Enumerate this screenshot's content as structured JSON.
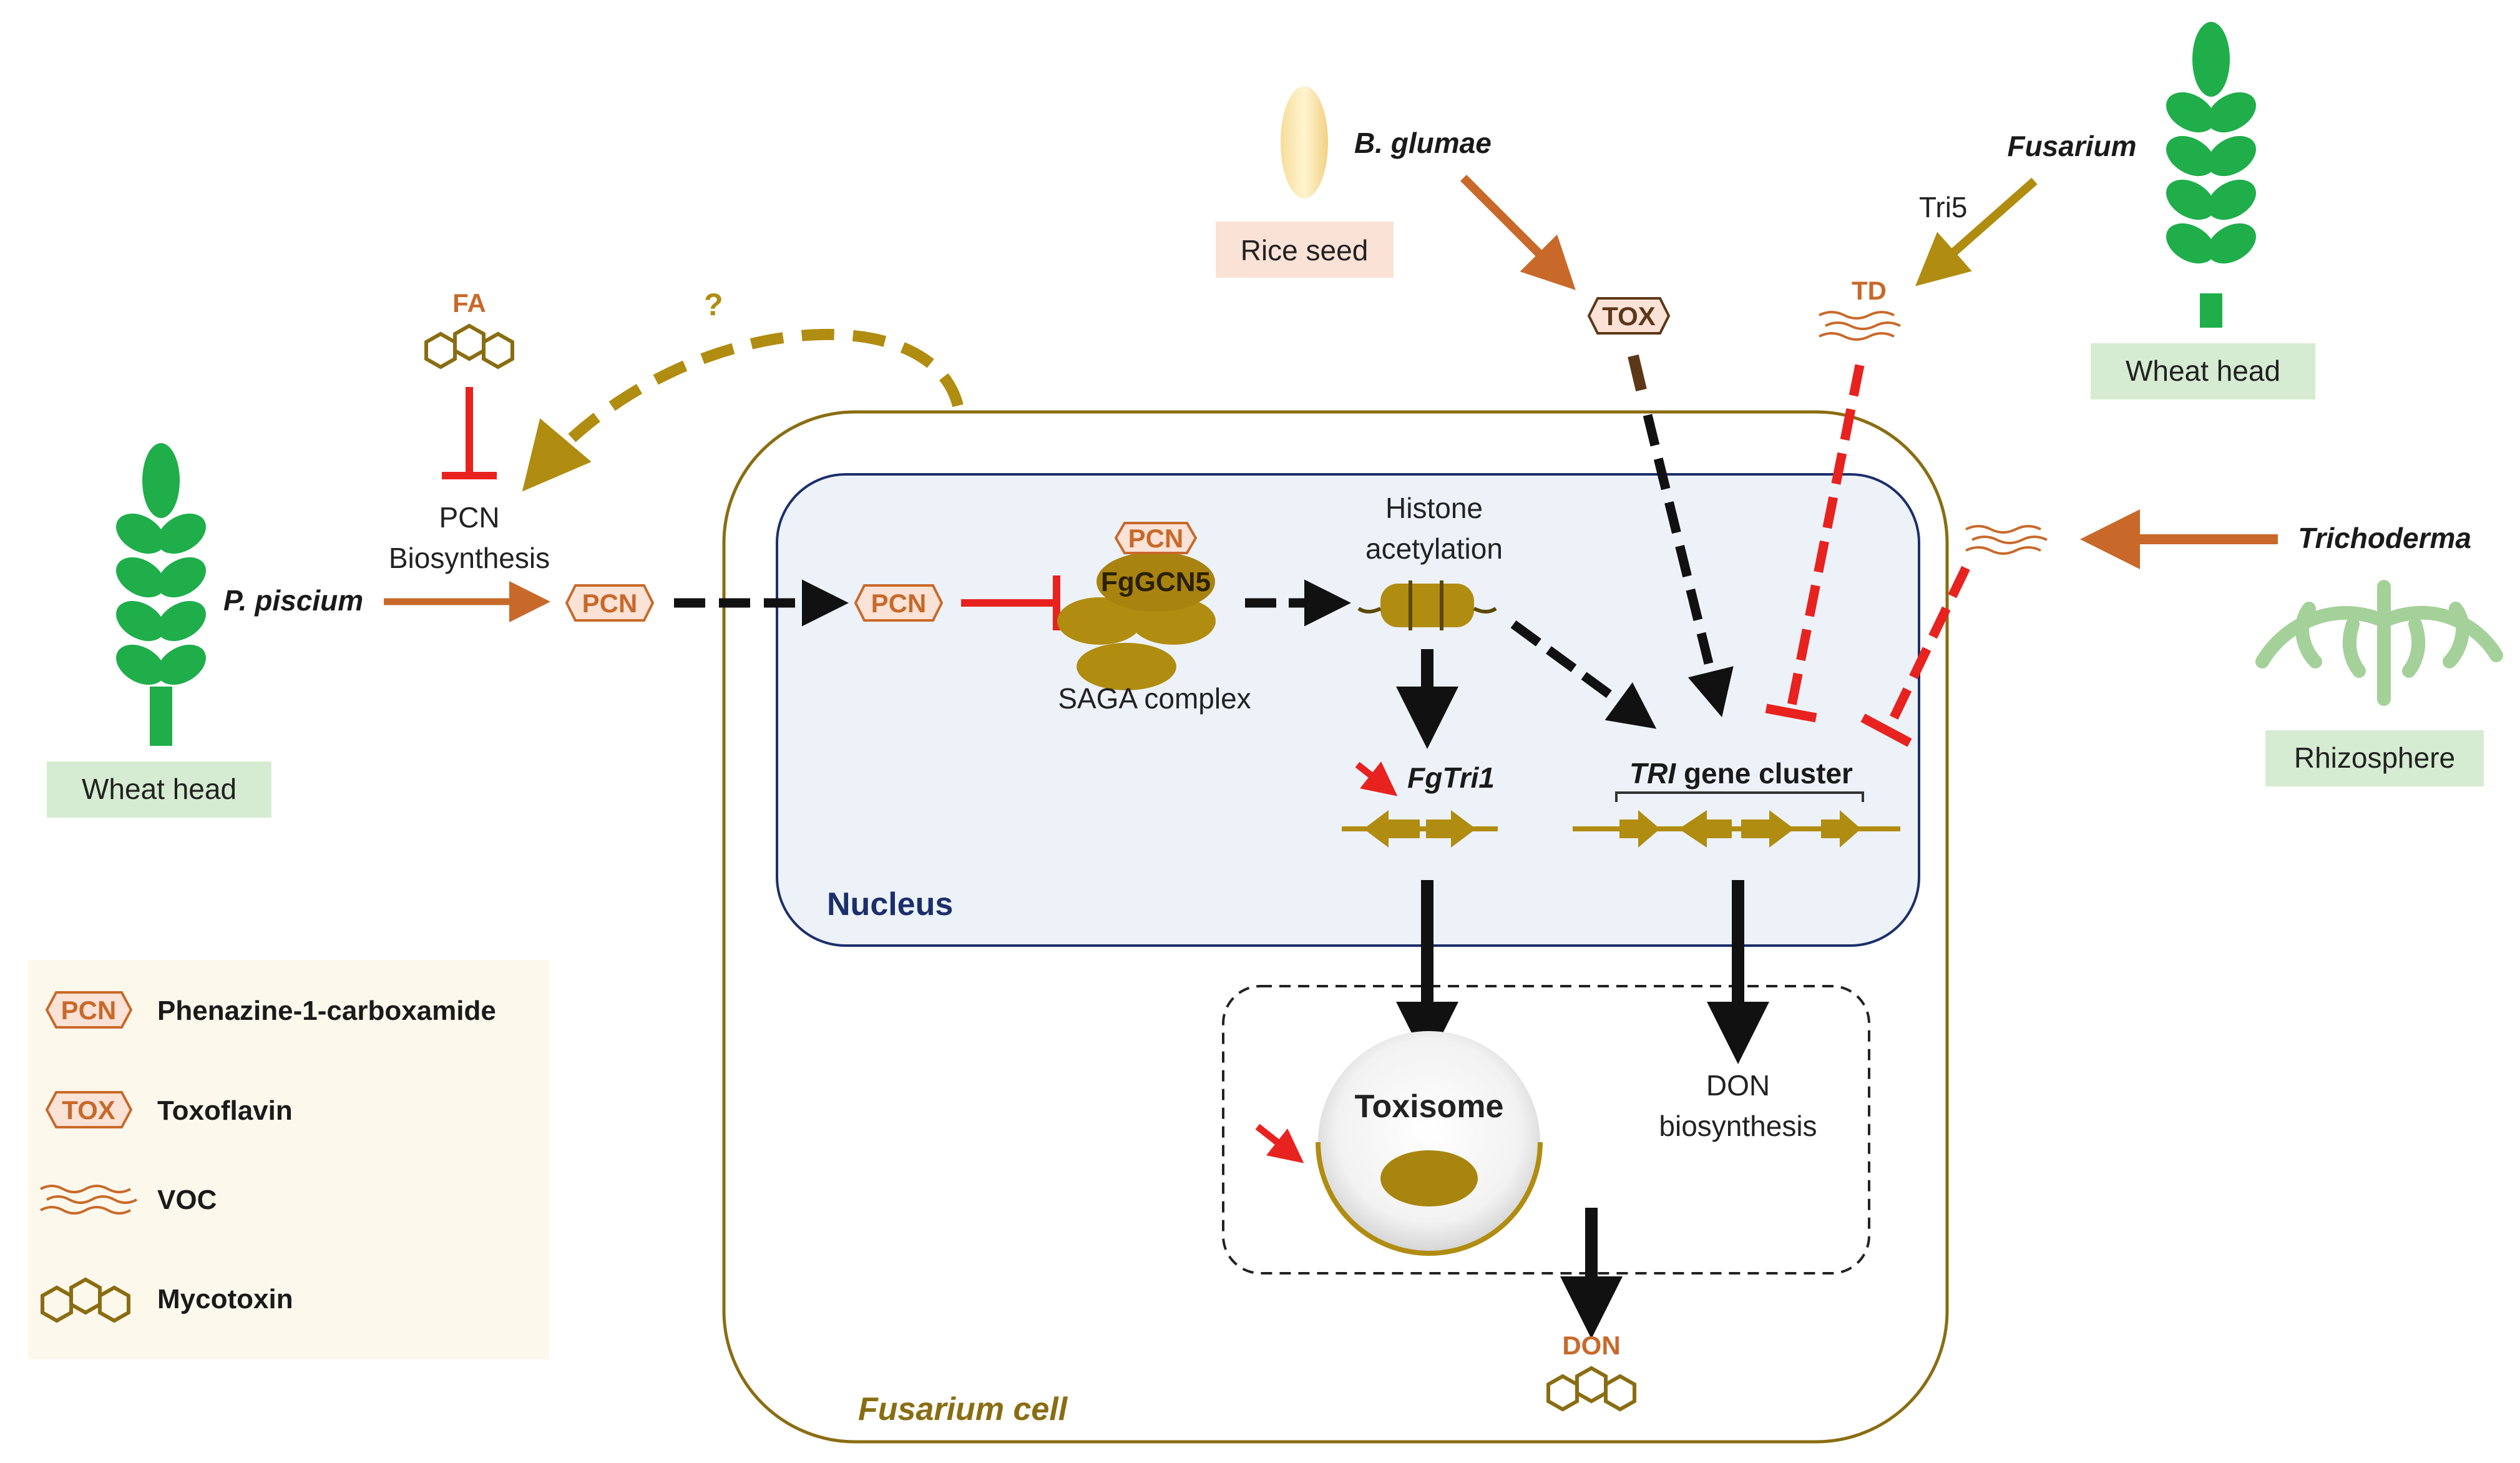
{
  "colors": {
    "orange": "#c8692a",
    "gold": "#b08c10",
    "olive": "#8a6d12",
    "red": "#e8221f",
    "black": "#111111",
    "navy": "#1b2f6b",
    "plant_green": "#1fae4a",
    "label_green_bg": "#d6ecd2",
    "label_pink_bg": "#fbe2d6",
    "nucleus_fill": "#edf2f9",
    "legend_bg": "#fdf8ec"
  },
  "organisms": {
    "p_piscium": "P. piscium",
    "b_glumae": "B. glumae",
    "fusarium": "Fusarium",
    "trichoderma": "Trichoderma"
  },
  "hosts": {
    "wheat_head_left": "Wheat head",
    "rice_seed": "Rice seed",
    "wheat_head_right": "Wheat head",
    "rhizosphere": "Rhizosphere"
  },
  "compounds": {
    "fa": "FA",
    "pcn_outer": "PCN",
    "pcn_inner": "PCN",
    "pcn_top": "PCN",
    "tox": "TOX",
    "td": "TD",
    "don": "DON"
  },
  "labels": {
    "question": "?",
    "pcn_biosynthesis_line1": "PCN",
    "pcn_biosynthesis_line2": "Biosynthesis",
    "tri5": "Tri5",
    "fggcn5": "FgGCN5",
    "saga_complex": "SAGA complex",
    "histone_line1": "Histone",
    "histone_line2": "acetylation",
    "fgtri1": "FgTri1",
    "tri_italic": "TRI",
    "gene_cluster": "gene cluster",
    "nucleus": "Nucleus",
    "toxisome": "Toxisome",
    "don_bio_line1": "DON",
    "don_bio_line2": "biosynthesis",
    "fusarium_cell_italic": "Fusarium",
    "fusarium_cell_rest": "cell"
  },
  "legend": {
    "items": [
      {
        "icon": "PCN",
        "label": "Phenazine-1-carboxamide"
      },
      {
        "icon": "TOX",
        "label": "Toxoflavin"
      },
      {
        "icon": "voc-icon",
        "label": "VOC"
      },
      {
        "icon": "mycotoxin-icon",
        "label": "Mycotoxin"
      }
    ]
  }
}
